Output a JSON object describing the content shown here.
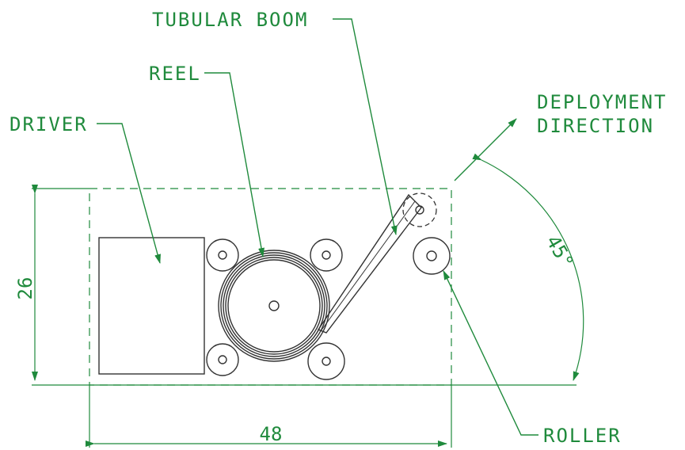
{
  "colors": {
    "annotation": "#1f8a3c",
    "part": "#333333",
    "background": "#ffffff"
  },
  "labels": {
    "tubular_boom": "TUBULAR BOOM",
    "reel": "REEL",
    "driver": "DRIVER",
    "deployment_line1": "DEPLOYMENT",
    "deployment_line2": "DIRECTION",
    "roller": "ROLLER"
  },
  "dimensions": {
    "height": "26",
    "width": "48",
    "angle": "45°"
  }
}
